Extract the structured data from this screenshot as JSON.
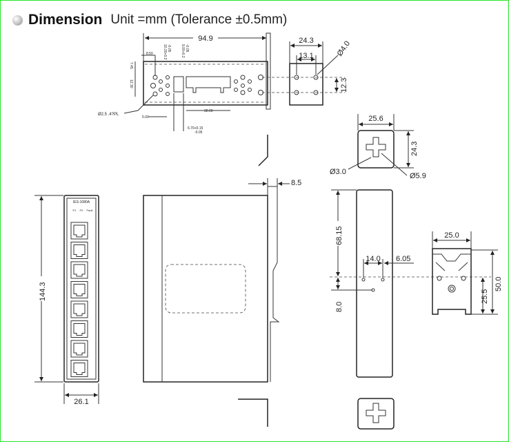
{
  "header": {
    "title": "Dimension",
    "subtitle": "Unit =mm (Tolerance ±0.5mm)"
  },
  "device": {
    "model": "IES-1080A",
    "leds": [
      "P1",
      "P2",
      "Fault"
    ]
  },
  "dimensions": {
    "top_width": "94.9",
    "top_8_50": "8.50",
    "top_10_20": "10.20+0.2",
    "top_10_20_tol": "-0.05",
    "top_9_00": "9.00+0.2",
    "top_9_00_tol": "-0.05",
    "top_7_45": "7.45",
    "top_12_30": "12.30",
    "top_32_60": "32.60",
    "top_5_00": "5.00",
    "top_6_70": "6.70+0.15",
    "top_6_70_tol": "-0.05",
    "top_hole": "Ø2.5 .4?PL",
    "bracket_width": "24.3",
    "bracket_hole_pitch": "13.1",
    "bracket_hole_dia": "Ø4.0",
    "bracket_hole_v": "12.3",
    "plate_width": "25.6",
    "plate_height": "24.3",
    "plate_hole_small": "Ø3.0",
    "plate_hole_large": "Ø5.9",
    "front_height": "144.3",
    "front_width": "26.1",
    "side_clip_offset": "8.5",
    "rail_68_15": "68.15",
    "rail_8_0": "8.0",
    "rail_14_0": "14.0",
    "rail_6_05": "6.05",
    "clip_width": "25.0",
    "clip_height": "50.0",
    "clip_25_5": "25.5"
  },
  "colors": {
    "frame": "#22e622"
  }
}
